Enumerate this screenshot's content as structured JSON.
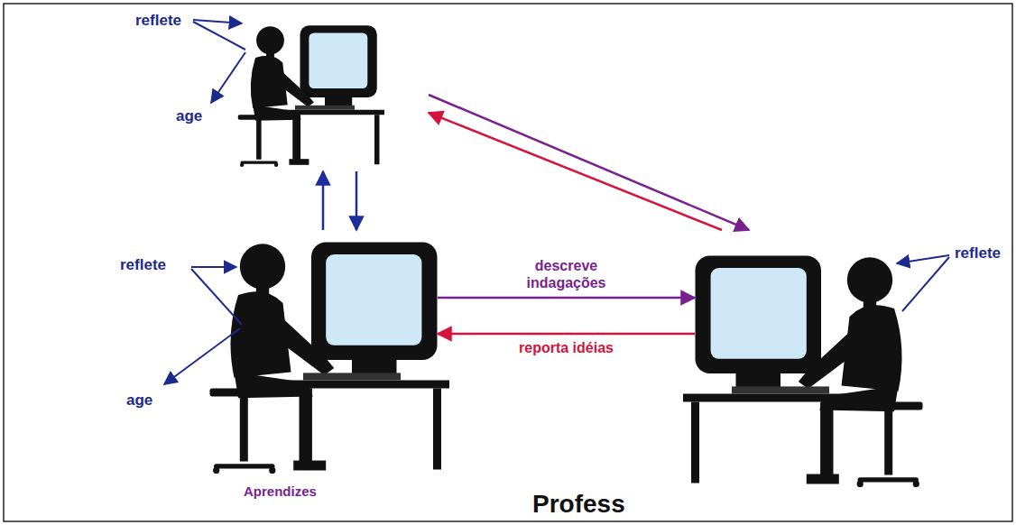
{
  "diagram": {
    "nodes": [
      {
        "text": [
          "reflete",
          "age"
        ]
      },
      {
        "text": [
          "reflete",
          "age",
          "Aprendizes"
        ]
      },
      {
        "text": [
          "reflete"
        ]
      }
    ],
    "edges": [
      {
        "from": 1,
        "to": 0,
        "arrow": "to"
      },
      {
        "from": 0,
        "to": 1,
        "arrow": "to"
      },
      {
        "from": 1,
        "to": 2,
        "label": "descreve indagações",
        "arrow": "to"
      },
      {
        "from": 2,
        "to": 1,
        "label": "reporta idéias",
        "arrow": "to"
      },
      {
        "from": 0,
        "to": 2,
        "arrow": "to"
      },
      {
        "from": 2,
        "to": 0,
        "arrow": "to"
      }
    ],
    "labels": [
      "Profess"
    ]
  }
}
